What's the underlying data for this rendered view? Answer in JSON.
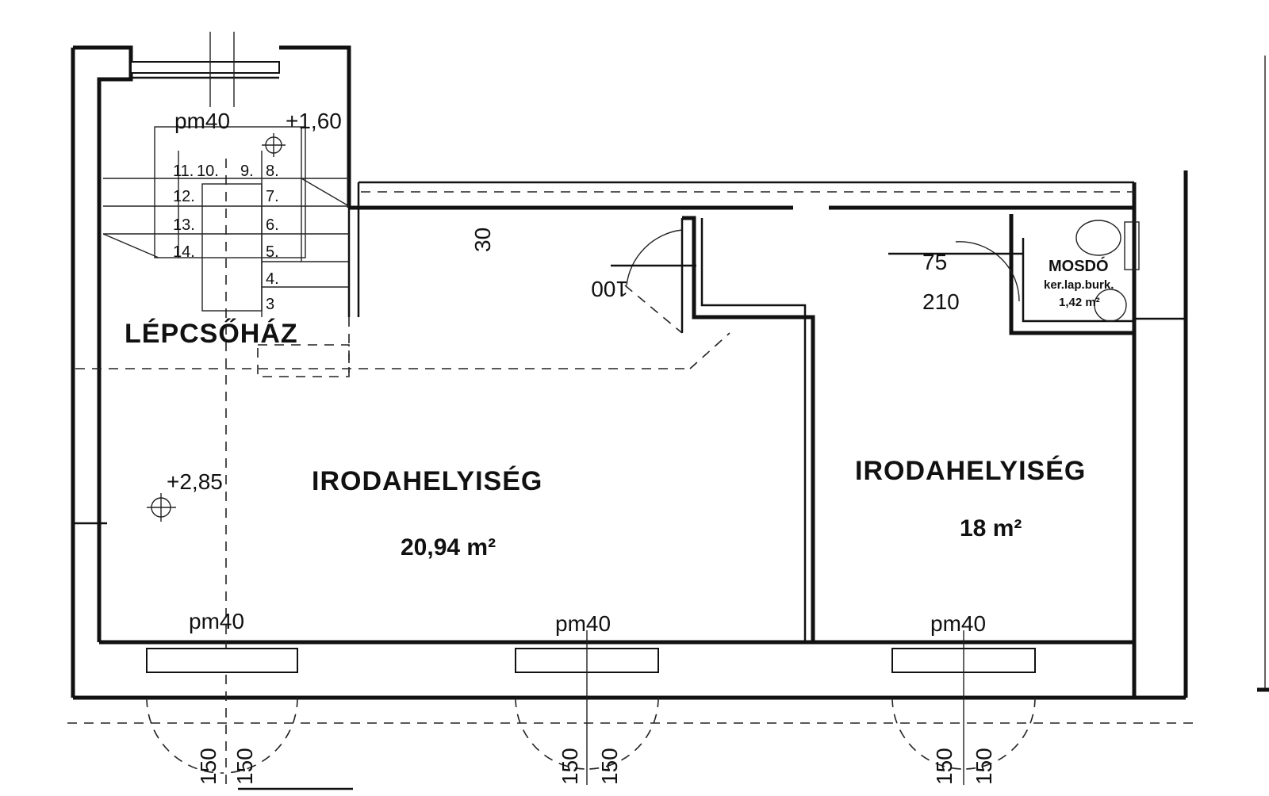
{
  "rooms": {
    "stairwell": {
      "name": "LÉPCSŐHÁZ"
    },
    "office_left": {
      "name": "IRODAHELYISÉG",
      "area": "20,94 m²"
    },
    "office_right": {
      "name": "IRODAHELYISÉG",
      "area": "18 m²"
    },
    "washroom": {
      "name": "MOSDÓ",
      "finish": "ker.lap.burk.",
      "area": "1,42 m²"
    }
  },
  "levels": {
    "stair_top": "+1,60",
    "office_floor": "+2,85"
  },
  "stair_steps": [
    "11.",
    "10.",
    "9.",
    "8.",
    "12.",
    "7.",
    "13.",
    "6.",
    "14.",
    "5.",
    "4.",
    "3"
  ],
  "window_labels": [
    "pm40",
    "pm40",
    "pm40",
    "pm40"
  ],
  "dimensions": {
    "wall_gap": "30",
    "door_width": "100",
    "wc_door_width": "75",
    "wc_door_height": "210",
    "window_widths": [
      "150",
      "150",
      "150",
      "150",
      "150",
      "150"
    ]
  }
}
